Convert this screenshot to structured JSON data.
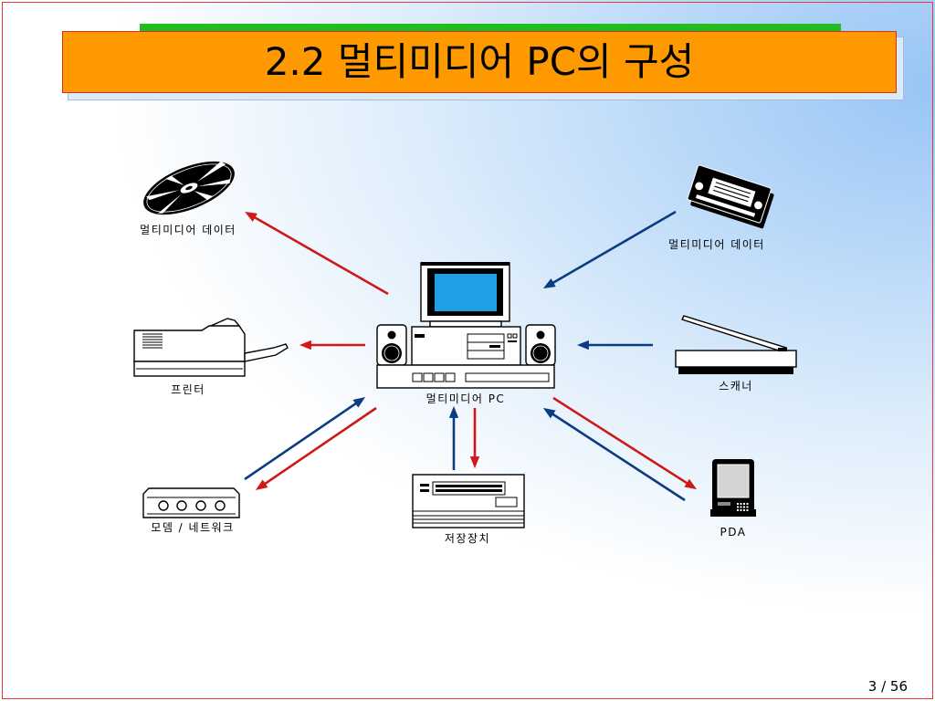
{
  "slide": {
    "title": "2.2 멀티미디어 PC의 구성",
    "page_number": "3 / 56"
  },
  "diagram": {
    "center": {
      "label": "멀티미디어 PC",
      "icon": "multimedia-pc-icon"
    },
    "nodes": [
      {
        "label": "멀티미디어 데이터",
        "icon": "cd-disc-icon"
      },
      {
        "label": "멀티미디어 데이터",
        "icon": "vhs-tape-icon"
      },
      {
        "label": "프린터",
        "icon": "printer-icon"
      },
      {
        "label": "스캐너",
        "icon": "scanner-icon"
      },
      {
        "label": "모뎀 / 네트워크",
        "icon": "modem-icon"
      },
      {
        "label": "저장장치",
        "icon": "storage-device-icon"
      },
      {
        "label": "PDA",
        "icon": "pda-icon"
      }
    ]
  },
  "colors": {
    "title_background": "#ff9900",
    "title_border": "#c8342a",
    "title_top_bar": "#22bb22",
    "arrow_output": "#d01818",
    "arrow_input": "#0b3c82",
    "monitor_screen": "#1ea0e6",
    "slide_frame": "#e23b3b"
  }
}
